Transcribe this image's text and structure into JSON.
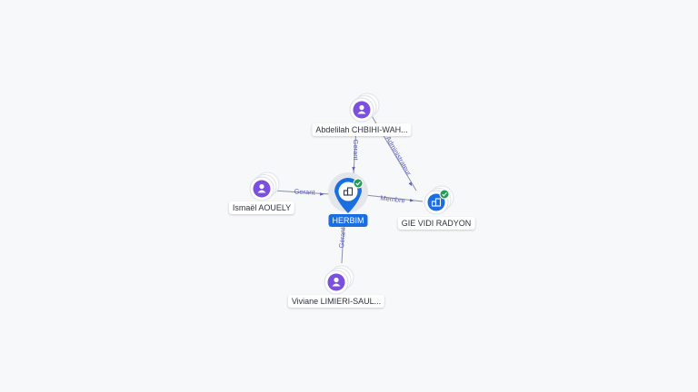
{
  "nodes": [
    {
      "id": "abdelilah",
      "label": "Abdelilah CHBIHI-WAH...",
      "kind": "person",
      "icon": "person-icon"
    },
    {
      "id": "ismael",
      "label": "Ismaël AOUELY",
      "kind": "person",
      "icon": "person-icon"
    },
    {
      "id": "herbim",
      "label": "HERBIM",
      "kind": "company-focus",
      "icon": "building-icon",
      "verified": true
    },
    {
      "id": "gie",
      "label": "GIE VIDI RADYON",
      "kind": "company",
      "icon": "building-icon",
      "verified": true
    },
    {
      "id": "viviane",
      "label": "Viviane LIMIERI-SAUL...",
      "kind": "person",
      "icon": "person-icon"
    }
  ],
  "edges": [
    {
      "from": "abdelilah",
      "to": "herbim",
      "label": "Gerant"
    },
    {
      "from": "abdelilah",
      "to": "gie",
      "label": "Administrateur"
    },
    {
      "from": "ismael",
      "to": "herbim",
      "label": "Gerant"
    },
    {
      "from": "herbim",
      "to": "gie",
      "label": "Membre"
    },
    {
      "from": "viviane",
      "to": "herbim",
      "label": "Gerant"
    }
  ],
  "colors": {
    "person": "#7b4fe0",
    "company": "#1a6ee0",
    "verified": "#1f9d55",
    "edge_label": "#5b5fc7"
  }
}
